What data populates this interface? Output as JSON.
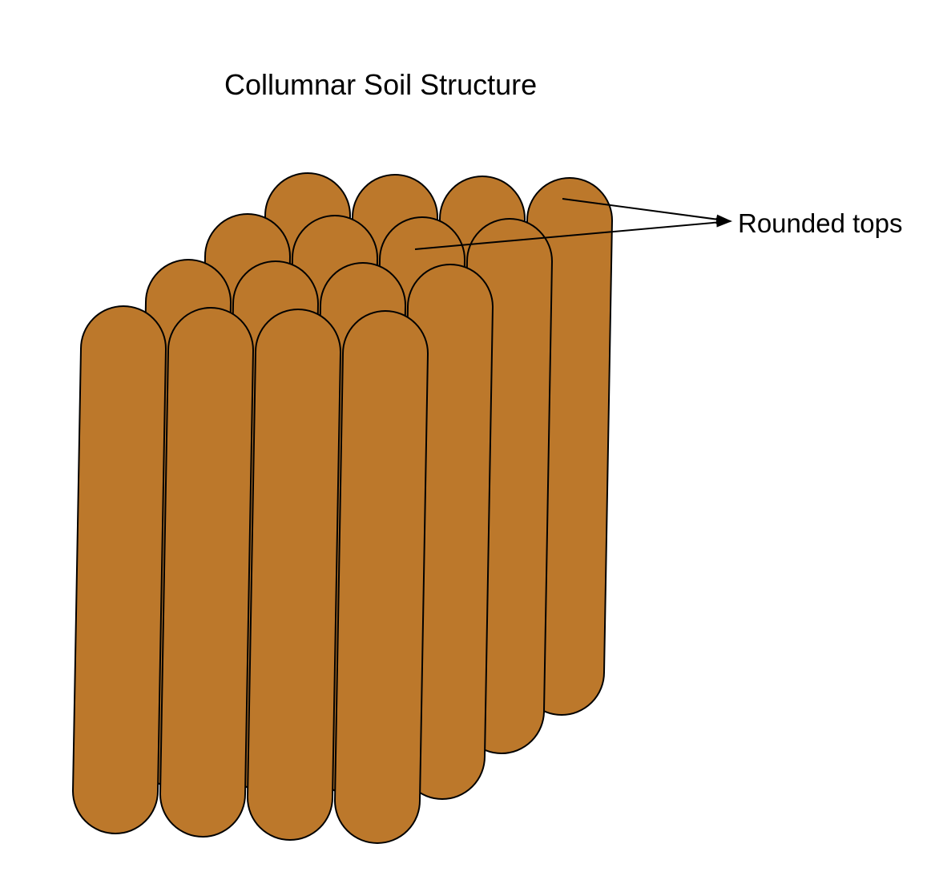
{
  "diagram": {
    "title": "Collumnar Soil Structure",
    "callout_label": "Rounded tops",
    "soil_color": "#BC782B",
    "outline_color": "#000000",
    "background_color": "#FFFFFF",
    "structure": {
      "rows": 4,
      "columns_per_row": 4
    }
  }
}
